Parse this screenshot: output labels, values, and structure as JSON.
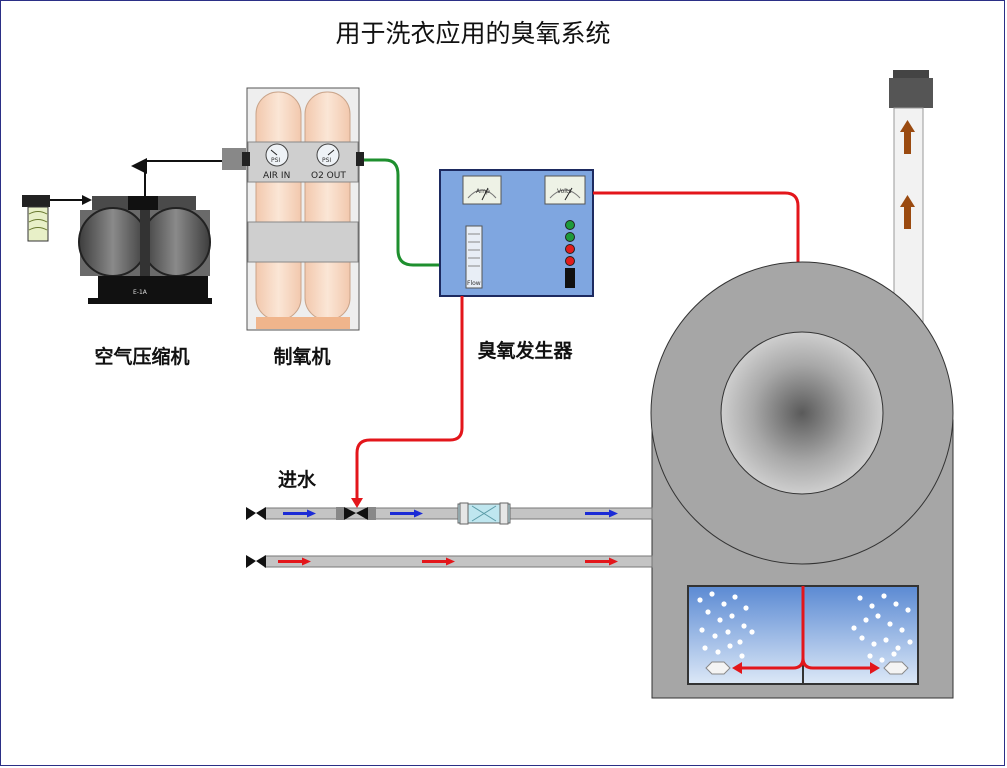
{
  "title": "用于洗衣应用的臭氧系统",
  "labels": {
    "compressor": "空气压缩机",
    "concentrator": "制氧机",
    "generator": "臭氧发生器",
    "water_in": "进水"
  },
  "concentrator": {
    "gauge_unit_left": "PSI",
    "gauge_unit_right": "PSI",
    "air_in": "AIR IN",
    "o2_out": "O2 OUT"
  },
  "generator_panel": {
    "amp_label": "Amp",
    "volts_label": "Volts",
    "flow_label": "Flow",
    "indicator_colors": [
      "#1e9a3a",
      "#1e9a3a",
      "#e11d1d",
      "#e11d1d"
    ]
  },
  "compressor_plate": "E-1A",
  "colors": {
    "oxygen_line": "#1e8f2e",
    "ozone_line": "#e3161b",
    "water_arrow": "#1b2bd6",
    "return_arrow": "#e3161b",
    "exhaust_arrow": "#9a4a10",
    "border": "#2b2f86"
  }
}
